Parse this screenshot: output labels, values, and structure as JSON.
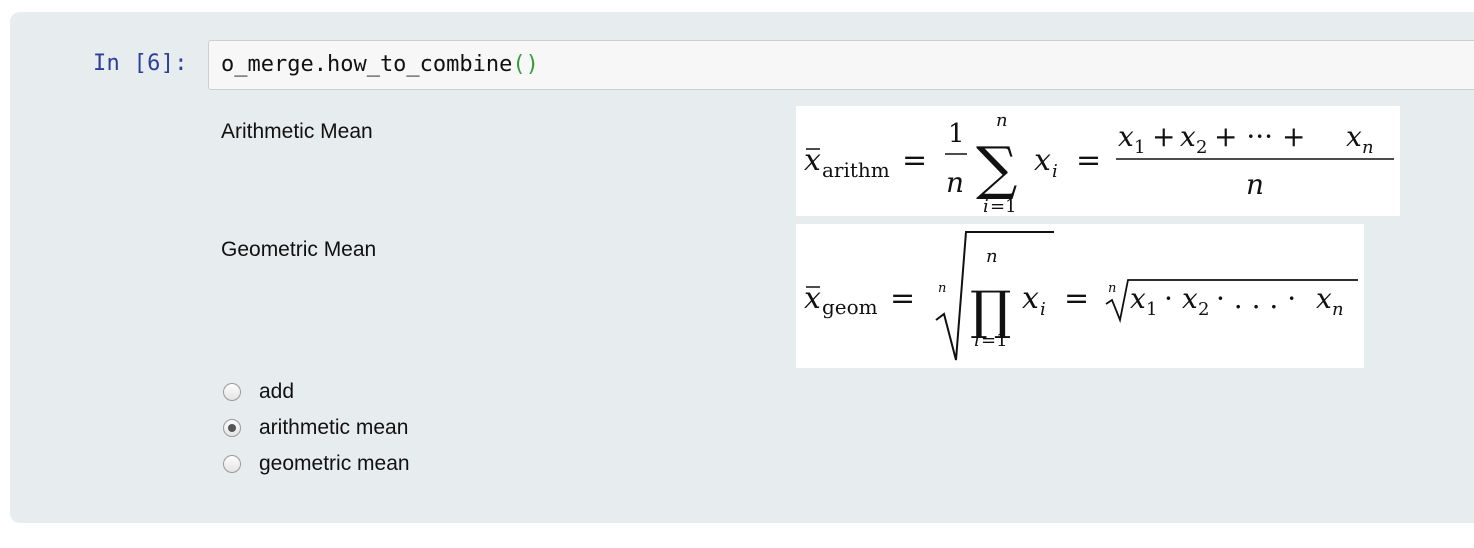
{
  "cell": {
    "prompt": "In [6]:",
    "code_name": "o_merge.how_to_combine",
    "code_parens": "()"
  },
  "output": {
    "arithmetic": {
      "label": "Arithmetic Mean",
      "formula_subscript": "arithm"
    },
    "geometric": {
      "label": "Geometric Mean",
      "formula_subscript": "geom"
    },
    "options": [
      {
        "label": "add",
        "selected": false
      },
      {
        "label": "arithmetic mean",
        "selected": true
      },
      {
        "label": "geometric mean",
        "selected": false
      }
    ]
  },
  "colors": {
    "prompt": "#2b3f9b",
    "cell_background": "#e7ecef",
    "parens": "#3a9a3a"
  }
}
